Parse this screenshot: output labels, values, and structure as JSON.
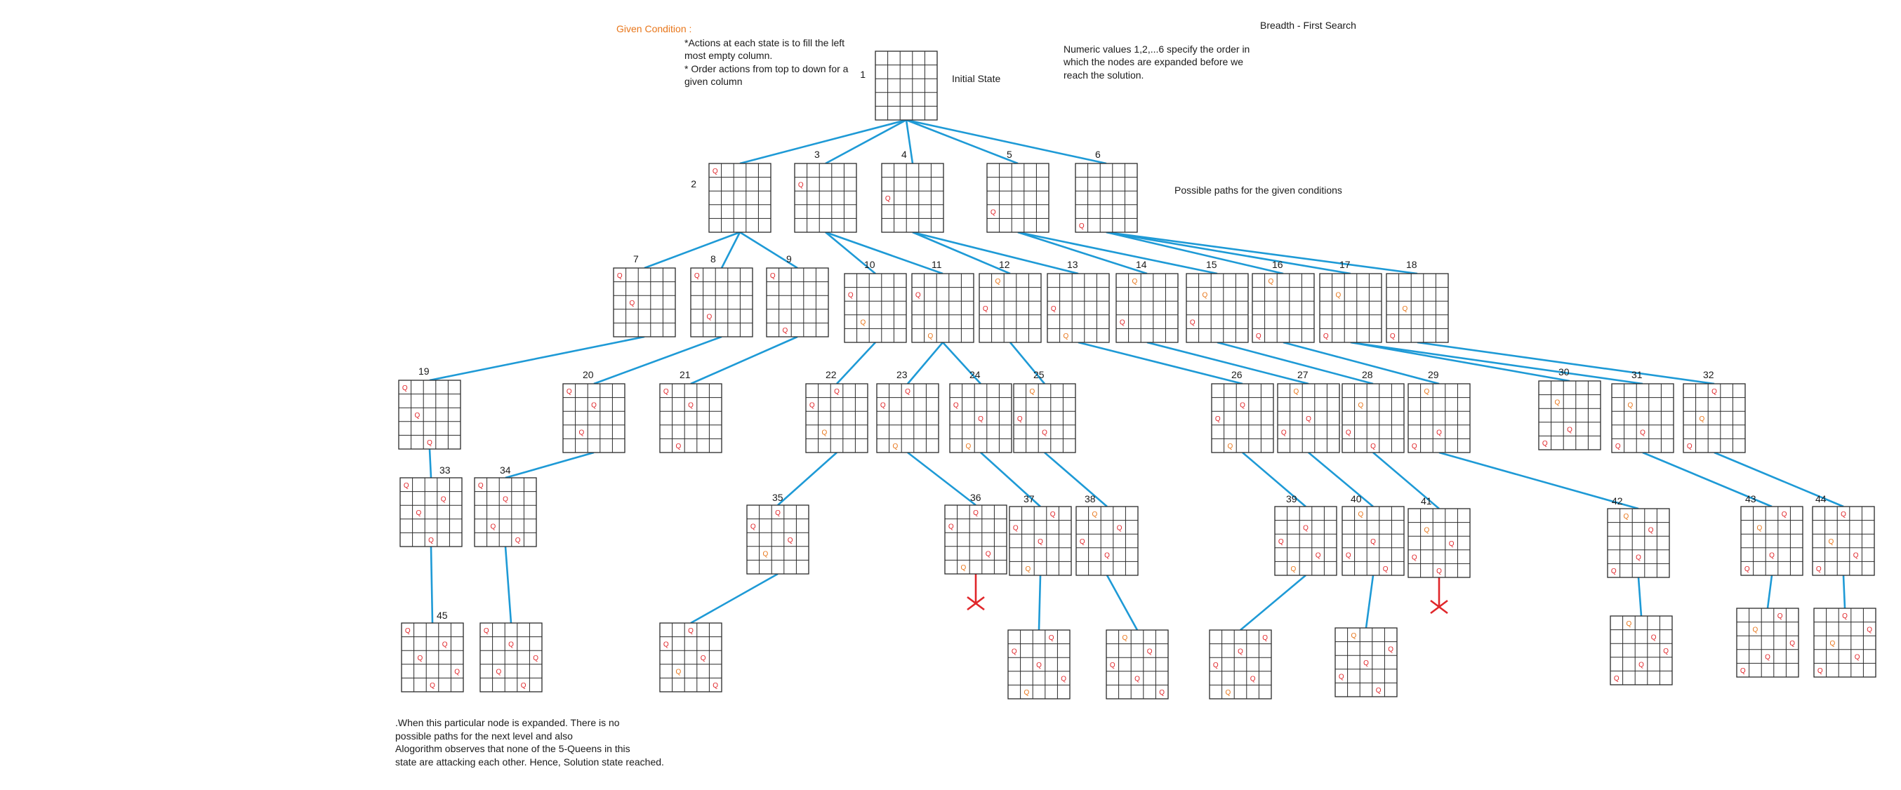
{
  "header": {
    "given_condition_title": "Given Condition :",
    "conditions": [
      "*Actions at each state is to fill the left",
      "most empty column.",
      "* Order actions from top to down for a",
      "given column"
    ],
    "algorithm_title": "Breadth - First Search",
    "order_note": [
      "Numeric values 1,2,...6 specify the order in",
      "which the nodes are expanded before we",
      "reach the solution."
    ],
    "paths_note": "Possible paths for the given conditions",
    "initial_state_label": "Initial State"
  },
  "footer_note": [
    ".When this particular node is expanded.  There is no",
    " possible paths for the next level and also",
    "Alogorithm observes that none of the 5-Queens in this",
    "state are attacking each other. Hence, Solution state reached."
  ],
  "colors": {
    "edge": "#1e9ad6",
    "queen": "#e0262a",
    "queen_new": "#e8761a",
    "grid": "#2a2a2a",
    "dead_end": "#e0262a"
  },
  "board_size": 5,
  "queen_glyph": "Q",
  "nodes": [
    {
      "id": "1",
      "label": "1",
      "queens": []
    },
    {
      "id": "2",
      "label": "2",
      "queens": [
        [
          0,
          0,
          "r"
        ]
      ]
    },
    {
      "id": "3",
      "label": "3",
      "queens": [
        [
          0,
          1,
          "r"
        ]
      ]
    },
    {
      "id": "4",
      "label": "4",
      "queens": [
        [
          0,
          2,
          "r"
        ]
      ]
    },
    {
      "id": "5",
      "label": "5",
      "queens": [
        [
          0,
          3,
          "r"
        ]
      ]
    },
    {
      "id": "6",
      "label": "6",
      "queens": [
        [
          0,
          4,
          "r"
        ]
      ]
    },
    {
      "id": "7",
      "label": "7",
      "queens": [
        [
          0,
          0,
          "r"
        ],
        [
          1,
          2,
          "r"
        ]
      ]
    },
    {
      "id": "8",
      "label": "8",
      "queens": [
        [
          0,
          0,
          "r"
        ],
        [
          1,
          3,
          "r"
        ]
      ]
    },
    {
      "id": "9",
      "label": "9",
      "queens": [
        [
          0,
          0,
          "r"
        ],
        [
          1,
          4,
          "r"
        ]
      ]
    },
    {
      "id": "10",
      "label": "10",
      "queens": [
        [
          0,
          1,
          "r"
        ],
        [
          1,
          3,
          "o"
        ]
      ]
    },
    {
      "id": "11",
      "label": "11",
      "queens": [
        [
          0,
          1,
          "r"
        ],
        [
          1,
          4,
          "o"
        ]
      ]
    },
    {
      "id": "12",
      "label": "12",
      "queens": [
        [
          0,
          2,
          "r"
        ],
        [
          1,
          0,
          "o"
        ]
      ]
    },
    {
      "id": "13",
      "label": "13",
      "queens": [
        [
          0,
          2,
          "r"
        ],
        [
          1,
          4,
          "o"
        ]
      ]
    },
    {
      "id": "14",
      "label": "14",
      "queens": [
        [
          0,
          3,
          "r"
        ],
        [
          1,
          0,
          "o"
        ]
      ]
    },
    {
      "id": "15",
      "label": "15",
      "queens": [
        [
          0,
          3,
          "r"
        ],
        [
          1,
          1,
          "o"
        ]
      ]
    },
    {
      "id": "16",
      "label": "16",
      "queens": [
        [
          0,
          4,
          "r"
        ],
        [
          1,
          0,
          "o"
        ]
      ]
    },
    {
      "id": "17",
      "label": "17",
      "queens": [
        [
          0,
          4,
          "r"
        ],
        [
          1,
          1,
          "o"
        ]
      ]
    },
    {
      "id": "18",
      "label": "18",
      "queens": [
        [
          0,
          4,
          "r"
        ],
        [
          1,
          2,
          "o"
        ]
      ]
    },
    {
      "id": "19",
      "label": "19",
      "queens": [
        [
          0,
          0,
          "r"
        ],
        [
          1,
          2,
          "r"
        ],
        [
          2,
          4,
          "r"
        ]
      ]
    },
    {
      "id": "20",
      "label": "20",
      "queens": [
        [
          0,
          0,
          "r"
        ],
        [
          1,
          3,
          "r"
        ],
        [
          2,
          1,
          "r"
        ]
      ]
    },
    {
      "id": "21",
      "label": "21",
      "queens": [
        [
          0,
          0,
          "r"
        ],
        [
          1,
          4,
          "r"
        ],
        [
          2,
          1,
          "r"
        ]
      ]
    },
    {
      "id": "22",
      "label": "22",
      "queens": [
        [
          0,
          1,
          "r"
        ],
        [
          1,
          3,
          "o"
        ],
        [
          2,
          0,
          "r"
        ]
      ]
    },
    {
      "id": "23",
      "label": "23",
      "queens": [
        [
          0,
          1,
          "r"
        ],
        [
          1,
          4,
          "o"
        ],
        [
          2,
          0,
          "r"
        ]
      ]
    },
    {
      "id": "24",
      "label": "24",
      "queens": [
        [
          0,
          1,
          "r"
        ],
        [
          1,
          4,
          "o"
        ],
        [
          2,
          2,
          "r"
        ]
      ]
    },
    {
      "id": "25",
      "label": "25",
      "queens": [
        [
          0,
          2,
          "r"
        ],
        [
          1,
          0,
          "o"
        ],
        [
          2,
          3,
          "r"
        ]
      ]
    },
    {
      "id": "26",
      "label": "26",
      "queens": [
        [
          0,
          2,
          "r"
        ],
        [
          1,
          4,
          "o"
        ],
        [
          2,
          1,
          "r"
        ]
      ]
    },
    {
      "id": "27",
      "label": "27",
      "queens": [
        [
          0,
          3,
          "r"
        ],
        [
          1,
          0,
          "o"
        ],
        [
          2,
          2,
          "r"
        ]
      ]
    },
    {
      "id": "28",
      "label": "28",
      "queens": [
        [
          0,
          3,
          "r"
        ],
        [
          1,
          1,
          "o"
        ],
        [
          2,
          4,
          "r"
        ]
      ]
    },
    {
      "id": "29",
      "label": "29",
      "queens": [
        [
          0,
          4,
          "r"
        ],
        [
          1,
          0,
          "o"
        ],
        [
          2,
          3,
          "r"
        ]
      ]
    },
    {
      "id": "30",
      "label": "30",
      "queens": [
        [
          0,
          4,
          "r"
        ],
        [
          1,
          1,
          "o"
        ],
        [
          2,
          3,
          "r"
        ]
      ]
    },
    {
      "id": "31",
      "label": "31",
      "queens": [
        [
          0,
          4,
          "r"
        ],
        [
          1,
          1,
          "o"
        ],
        [
          2,
          3,
          "r"
        ]
      ]
    },
    {
      "id": "32",
      "label": "32",
      "queens": [
        [
          0,
          4,
          "r"
        ],
        [
          1,
          2,
          "o"
        ],
        [
          2,
          0,
          "r"
        ]
      ]
    },
    {
      "id": "33",
      "label": "33",
      "queens": [
        [
          0,
          0,
          "r"
        ],
        [
          1,
          2,
          "r"
        ],
        [
          2,
          4,
          "r"
        ],
        [
          3,
          1,
          "r"
        ]
      ]
    },
    {
      "id": "34",
      "label": "34",
      "queens": [
        [
          0,
          0,
          "r"
        ],
        [
          1,
          3,
          "r"
        ],
        [
          2,
          1,
          "r"
        ],
        [
          3,
          4,
          "r"
        ]
      ]
    },
    {
      "id": "35",
      "label": "35",
      "queens": [
        [
          0,
          1,
          "r"
        ],
        [
          1,
          3,
          "o"
        ],
        [
          2,
          0,
          "r"
        ],
        [
          3,
          2,
          "r"
        ]
      ]
    },
    {
      "id": "36",
      "label": "36",
      "queens": [
        [
          0,
          1,
          "r"
        ],
        [
          1,
          4,
          "o"
        ],
        [
          2,
          0,
          "r"
        ],
        [
          3,
          3,
          "r"
        ]
      ]
    },
    {
      "id": "37",
      "label": "37",
      "queens": [
        [
          0,
          1,
          "r"
        ],
        [
          1,
          4,
          "o"
        ],
        [
          2,
          2,
          "r"
        ],
        [
          3,
          0,
          "r"
        ]
      ]
    },
    {
      "id": "38",
      "label": "38",
      "queens": [
        [
          0,
          2,
          "r"
        ],
        [
          1,
          0,
          "o"
        ],
        [
          2,
          3,
          "r"
        ],
        [
          3,
          1,
          "r"
        ]
      ]
    },
    {
      "id": "39",
      "label": "39",
      "queens": [
        [
          0,
          2,
          "r"
        ],
        [
          1,
          4,
          "o"
        ],
        [
          2,
          1,
          "r"
        ],
        [
          3,
          3,
          "r"
        ]
      ]
    },
    {
      "id": "40",
      "label": "40",
      "queens": [
        [
          0,
          3,
          "r"
        ],
        [
          1,
          0,
          "o"
        ],
        [
          2,
          2,
          "r"
        ],
        [
          3,
          4,
          "r"
        ]
      ]
    },
    {
      "id": "41",
      "label": "41",
      "queens": [
        [
          0,
          3,
          "r"
        ],
        [
          1,
          1,
          "o"
        ],
        [
          2,
          4,
          "r"
        ],
        [
          3,
          2,
          "r"
        ]
      ]
    },
    {
      "id": "42",
      "label": "42",
      "queens": [
        [
          0,
          4,
          "r"
        ],
        [
          1,
          0,
          "o"
        ],
        [
          2,
          3,
          "r"
        ],
        [
          3,
          1,
          "r"
        ]
      ]
    },
    {
      "id": "43",
      "label": "43",
      "queens": [
        [
          0,
          4,
          "r"
        ],
        [
          1,
          1,
          "o"
        ],
        [
          2,
          3,
          "r"
        ],
        [
          3,
          0,
          "r"
        ]
      ]
    },
    {
      "id": "44",
      "label": "44",
      "queens": [
        [
          0,
          4,
          "r"
        ],
        [
          1,
          2,
          "o"
        ],
        [
          2,
          0,
          "r"
        ],
        [
          3,
          3,
          "r"
        ]
      ]
    },
    {
      "id": "45",
      "label": "45",
      "queens": [
        [
          0,
          0,
          "r"
        ],
        [
          1,
          2,
          "r"
        ],
        [
          2,
          4,
          "r"
        ],
        [
          3,
          1,
          "r"
        ],
        [
          4,
          3,
          "r"
        ]
      ]
    },
    {
      "id": "s34",
      "label": "",
      "queens": [
        [
          0,
          0,
          "r"
        ],
        [
          1,
          3,
          "r"
        ],
        [
          2,
          1,
          "r"
        ],
        [
          3,
          4,
          "r"
        ],
        [
          4,
          2,
          "r"
        ]
      ]
    },
    {
      "id": "s35",
      "label": "",
      "queens": [
        [
          0,
          1,
          "r"
        ],
        [
          1,
          3,
          "o"
        ],
        [
          2,
          0,
          "r"
        ],
        [
          3,
          2,
          "r"
        ],
        [
          4,
          4,
          "r"
        ]
      ]
    },
    {
      "id": "s37",
      "label": "",
      "queens": [
        [
          0,
          1,
          "r"
        ],
        [
          1,
          4,
          "o"
        ],
        [
          2,
          2,
          "r"
        ],
        [
          3,
          0,
          "r"
        ],
        [
          4,
          3,
          "r"
        ]
      ]
    },
    {
      "id": "s38",
      "label": "",
      "queens": [
        [
          0,
          2,
          "r"
        ],
        [
          1,
          0,
          "o"
        ],
        [
          2,
          3,
          "r"
        ],
        [
          3,
          1,
          "r"
        ],
        [
          4,
          4,
          "r"
        ]
      ]
    },
    {
      "id": "s39",
      "label": "",
      "queens": [
        [
          0,
          2,
          "r"
        ],
        [
          1,
          4,
          "o"
        ],
        [
          2,
          1,
          "r"
        ],
        [
          3,
          3,
          "r"
        ],
        [
          4,
          0,
          "r"
        ]
      ]
    },
    {
      "id": "s40",
      "label": "",
      "queens": [
        [
          0,
          3,
          "r"
        ],
        [
          1,
          0,
          "o"
        ],
        [
          2,
          2,
          "r"
        ],
        [
          3,
          4,
          "r"
        ],
        [
          4,
          1,
          "r"
        ]
      ]
    },
    {
      "id": "s42",
      "label": "",
      "queens": [
        [
          0,
          4,
          "r"
        ],
        [
          1,
          0,
          "o"
        ],
        [
          2,
          3,
          "r"
        ],
        [
          3,
          1,
          "r"
        ],
        [
          4,
          2,
          "r"
        ]
      ]
    },
    {
      "id": "s43",
      "label": "",
      "queens": [
        [
          0,
          4,
          "r"
        ],
        [
          1,
          1,
          "o"
        ],
        [
          2,
          3,
          "r"
        ],
        [
          3,
          0,
          "r"
        ],
        [
          4,
          2,
          "r"
        ]
      ]
    },
    {
      "id": "s44",
      "label": "",
      "queens": [
        [
          0,
          4,
          "r"
        ],
        [
          1,
          2,
          "o"
        ],
        [
          2,
          0,
          "r"
        ],
        [
          3,
          3,
          "r"
        ],
        [
          4,
          1,
          "r"
        ]
      ]
    }
  ],
  "edges": [
    [
      "1",
      "2"
    ],
    [
      "1",
      "3"
    ],
    [
      "1",
      "4"
    ],
    [
      "1",
      "5"
    ],
    [
      "1",
      "6"
    ],
    [
      "2",
      "7"
    ],
    [
      "2",
      "8"
    ],
    [
      "2",
      "9"
    ],
    [
      "3",
      "10"
    ],
    [
      "3",
      "11"
    ],
    [
      "4",
      "12"
    ],
    [
      "4",
      "13"
    ],
    [
      "5",
      "14"
    ],
    [
      "5",
      "15"
    ],
    [
      "6",
      "16"
    ],
    [
      "6",
      "17"
    ],
    [
      "6",
      "18"
    ],
    [
      "7",
      "19"
    ],
    [
      "8",
      "20"
    ],
    [
      "9",
      "21"
    ],
    [
      "10",
      "22"
    ],
    [
      "11",
      "23"
    ],
    [
      "11",
      "24"
    ],
    [
      "12",
      "25"
    ],
    [
      "13",
      "26"
    ],
    [
      "14",
      "27"
    ],
    [
      "15",
      "28"
    ],
    [
      "16",
      "29"
    ],
    [
      "17",
      "30"
    ],
    [
      "17",
      "31"
    ],
    [
      "18",
      "32"
    ],
    [
      "19",
      "33"
    ],
    [
      "20",
      "34"
    ],
    [
      "22",
      "35"
    ],
    [
      "23",
      "36"
    ],
    [
      "24",
      "37"
    ],
    [
      "25",
      "38"
    ],
    [
      "26",
      "39"
    ],
    [
      "27",
      "40"
    ],
    [
      "28",
      "41"
    ],
    [
      "29",
      "42"
    ],
    [
      "31",
      "43"
    ],
    [
      "32",
      "44"
    ],
    [
      "33",
      "45"
    ],
    [
      "34",
      "s34"
    ],
    [
      "35",
      "s35"
    ],
    [
      "37",
      "s37"
    ],
    [
      "38",
      "s38"
    ],
    [
      "39",
      "s39"
    ],
    [
      "40",
      "s40"
    ],
    [
      "42",
      "s42"
    ],
    [
      "43",
      "s43"
    ],
    [
      "44",
      "s44"
    ]
  ],
  "dead_ends": [
    "36",
    "41"
  ]
}
